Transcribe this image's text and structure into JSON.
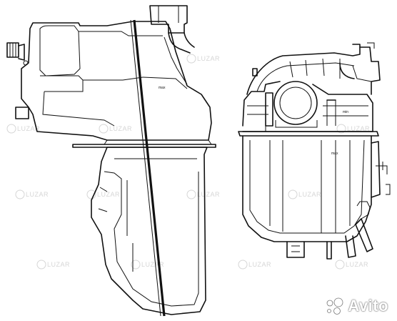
{
  "watermark": {
    "text": "LUZAR"
  },
  "part_marks": {
    "left": "max",
    "right_top": "min",
    "right_bottom": "max"
  },
  "overlay": {
    "brand": "Avito",
    "brand_color": "#ffffff"
  }
}
